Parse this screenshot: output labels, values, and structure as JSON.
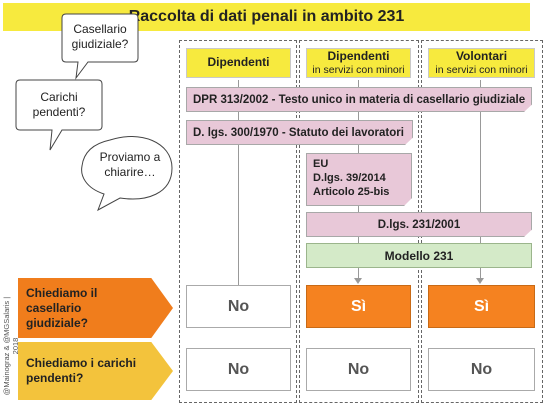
{
  "title": "Raccolta di dati penali in ambito 231",
  "bubbles": {
    "casellario": "Casellario giudiziale?",
    "carichi": "Carichi pendenti?",
    "proviamo": "Proviamo a chiarire…"
  },
  "columns": [
    {
      "title": "Dipendenti",
      "subtitle": ""
    },
    {
      "title": "Dipendenti",
      "subtitle": "in servizi con minori"
    },
    {
      "title": "Volontari",
      "subtitle": "in servizi con minori"
    }
  ],
  "laws": {
    "dpr": "DPR 313/2002 - Testo unico in materia di casellario giudiziale",
    "dlgs300": "D. lgs. 300/1970 - Statuto dei lavoratori",
    "eu_line1": "EU",
    "eu_line2": "D.lgs. 39/2014",
    "eu_line3": "Articolo 25-bis",
    "dlgs231": "D.lgs. 231/2001",
    "modello": "Modello 231"
  },
  "questions": [
    {
      "label": "Chiediamo il casellario giudiziale?",
      "color": "#f07d1c"
    },
    {
      "label": "Chiediamo i carichi pendenti?",
      "color": "#f3c33c"
    }
  ],
  "answers": {
    "row1": [
      "No",
      "Sì",
      "Sì"
    ],
    "row2": [
      "No",
      "No",
      "No"
    ]
  },
  "credit": "@Mainograz & @MGSalaris | 2018"
}
